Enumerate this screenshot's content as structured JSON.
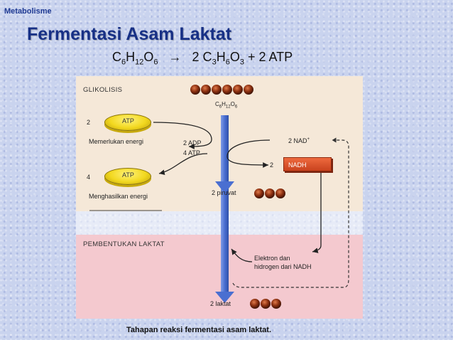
{
  "slide": {
    "label": "Metabolisme",
    "title": "Fermentasi Asam Laktat",
    "equation": {
      "p1": "C",
      "s1": "6",
      "p2": "H",
      "s2": "12",
      "p3": "O",
      "s3": "6",
      "arrow": "→",
      "p4": "2 C",
      "s4": "3",
      "p5": "H",
      "s5": "6",
      "p6": "O",
      "s6": "3",
      "p7": "+  2 ATP"
    }
  },
  "diagram": {
    "glikolisis_title": "GLIKOLISIS",
    "glucose_label": {
      "c": "C",
      "cs": "6",
      "h": "H",
      "hs": "12",
      "o": "O",
      "os": "6"
    },
    "atp_in_count": "2",
    "atp_label": "ATP",
    "atp_in_caption": "Memerlukan energi",
    "adp_label": "2 ADP",
    "atp4_label": "4 ATP",
    "atp_out_count": "4",
    "atp_out_caption": "Menghasilkan energi",
    "nad_label": "2 NAD",
    "nad_sup": "+",
    "nadh_count": "2",
    "nadh_label": "NADH",
    "pyruvate_label": "2 piruvat",
    "section2_title": "PEMBENTUKAN LAKTAT",
    "electron_line1": "Elektron dan",
    "electron_line2": "hidrogen dari NADH",
    "lactate_label": "2 laktat"
  },
  "caption": "Tahapan reaksi fermentasi asam laktat.",
  "colors": {
    "title": "#173086",
    "main_arrow": "#4a6fd1",
    "molecule": "#8a2f10",
    "atp_coin": "#f2d81f",
    "nadh_box": "#d9542a",
    "top_panel": "#f5e8d8",
    "bottom_panel": "#f4c9cf"
  }
}
